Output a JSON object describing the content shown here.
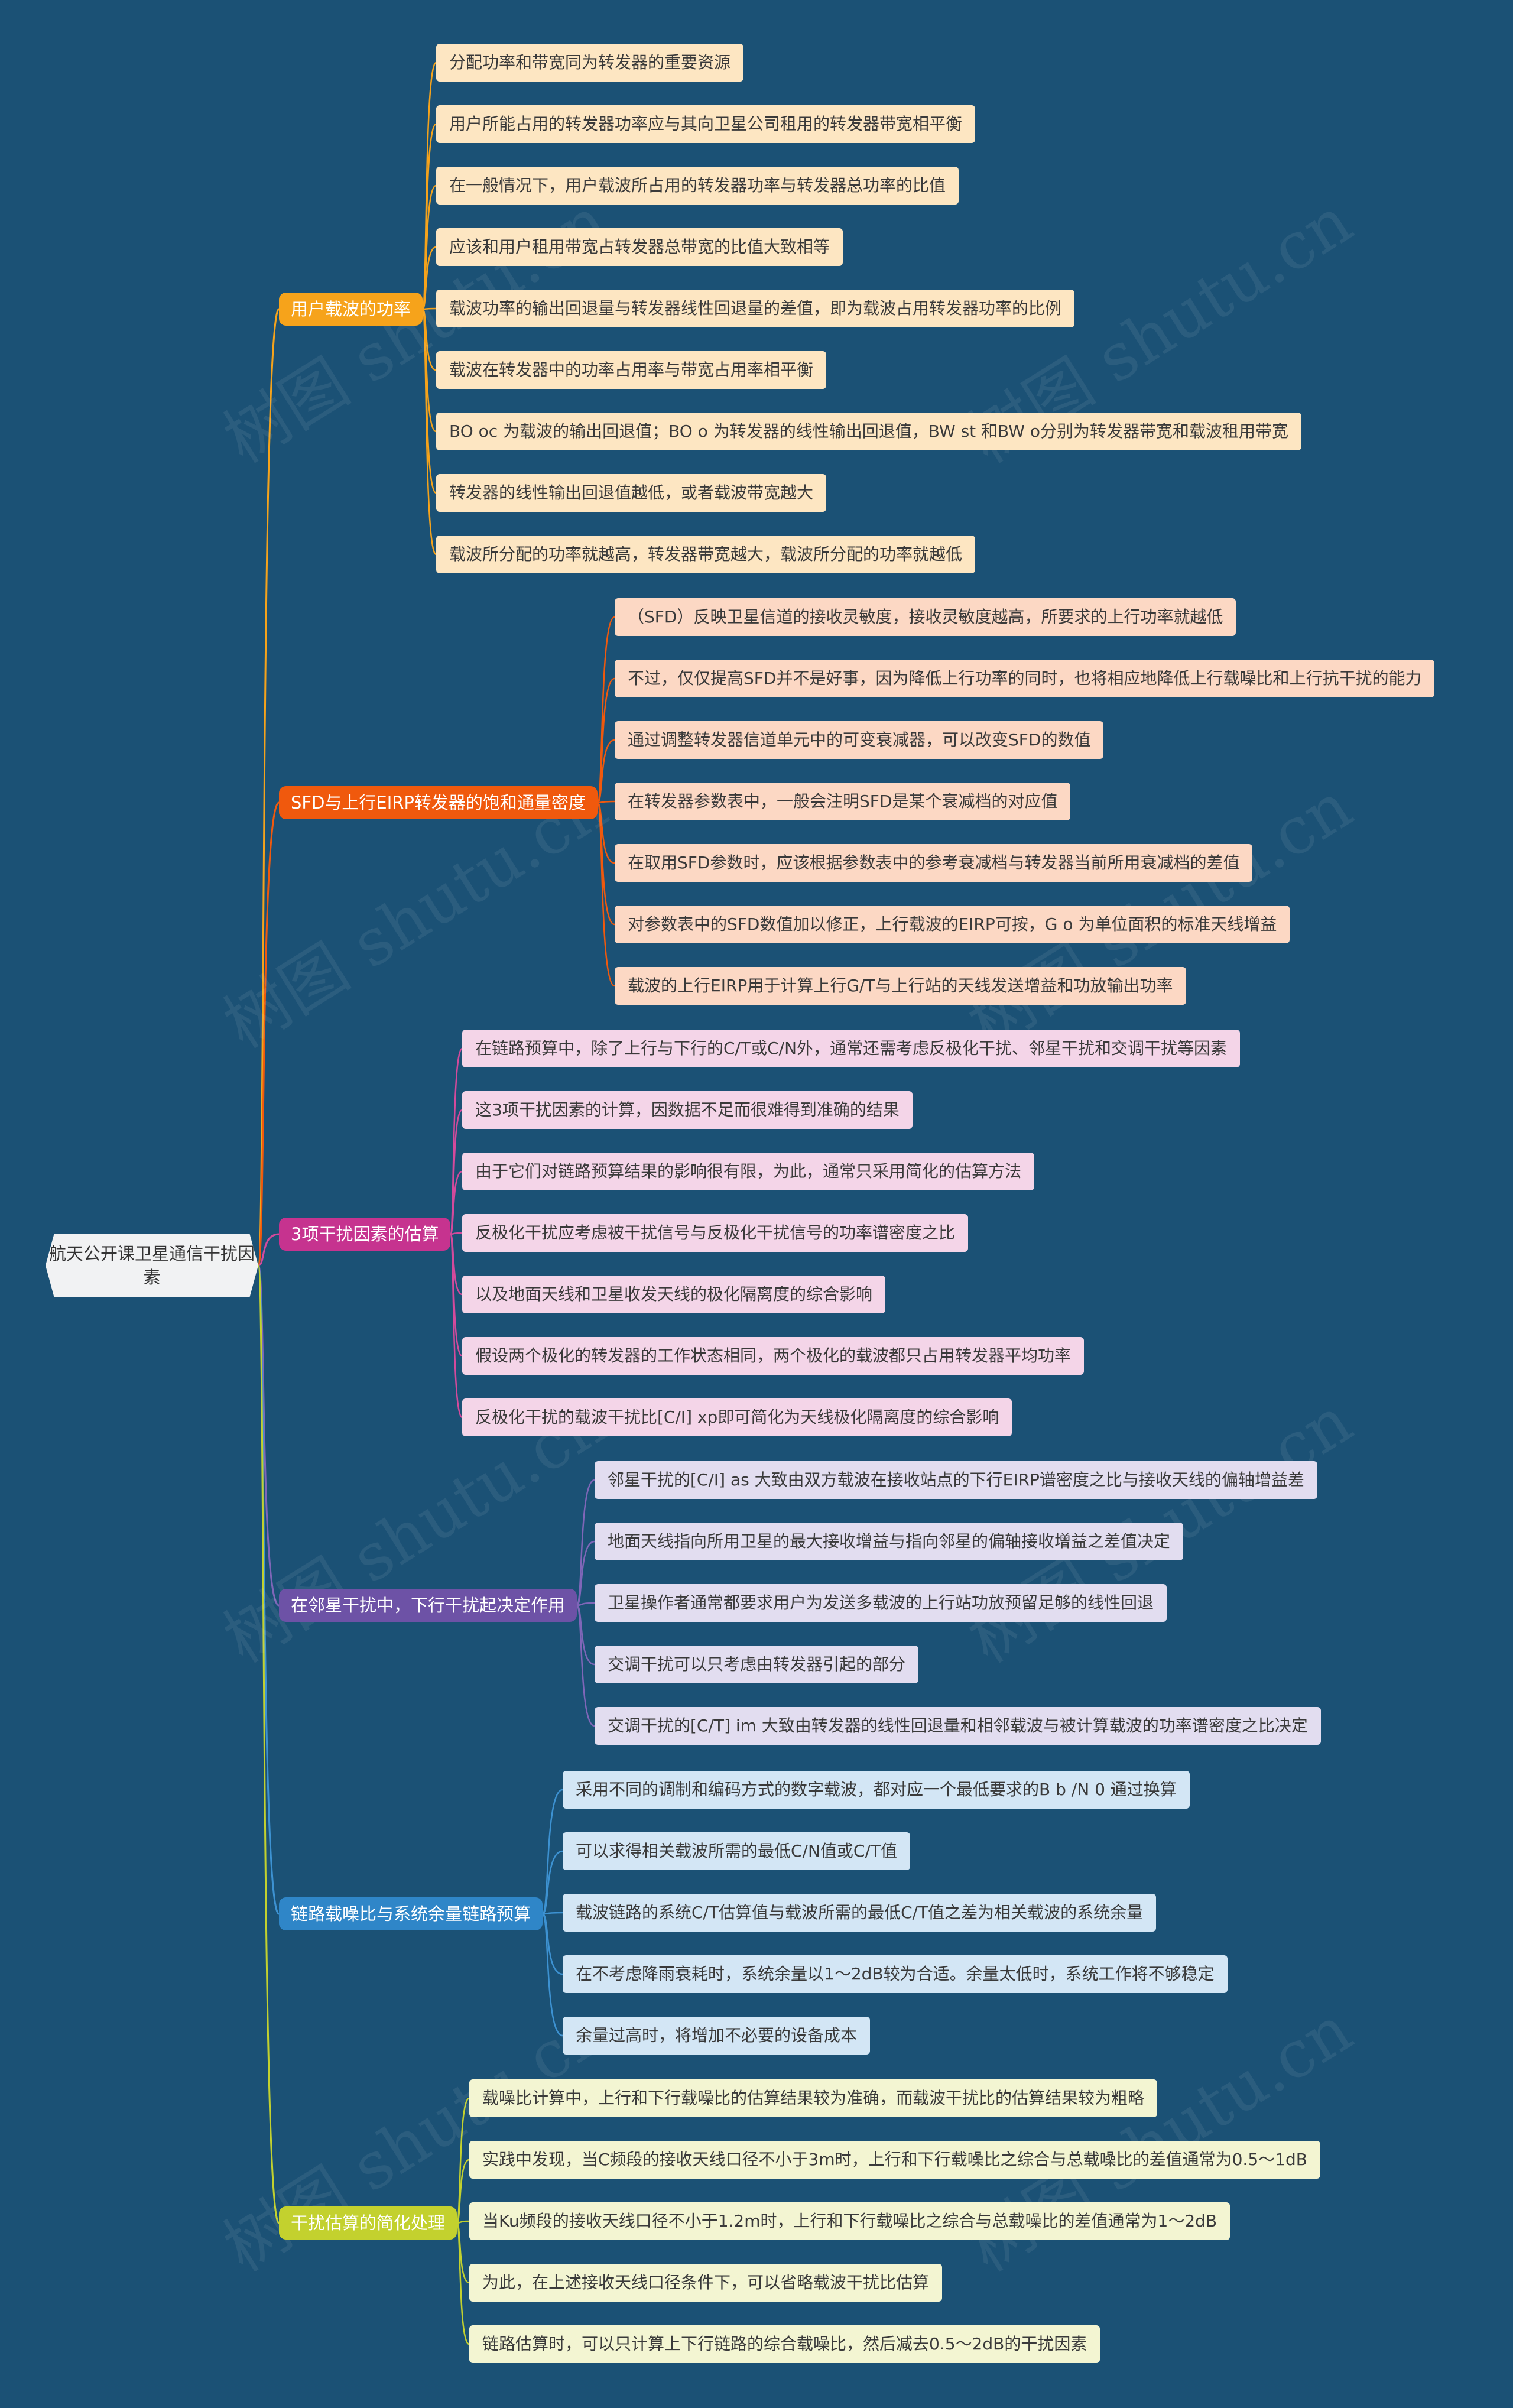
{
  "root": {
    "title": "航天公开课卫星通信干扰因素"
  },
  "watermark": {
    "text": "树图 shutu.cn"
  },
  "branches": [
    {
      "title": "用户载波的功率",
      "color": "#f6a31b",
      "line": "#f6a31b",
      "leaf_bg": "#fde6c2",
      "leaves": [
        "分配功率和带宽同为转发器的重要资源",
        "用户所能占用的转发器功率应与其向卫星公司租用的转发器带宽相平衡",
        "在一般情况下，用户载波所占用的转发器功率与转发器总功率的比值",
        "应该和用户租用带宽占转发器总带宽的比值大致相等",
        "载波功率的输出回退量与转发器线性回退量的差值，即为载波占用转发器功率的比例",
        "载波在转发器中的功率占用率与带宽占用率相平衡",
        "BO oc 为载波的输出回退值；BO o 为转发器的线性输出回退值，BW st 和BW o分别为转发器带宽和载波租用带宽",
        "转发器的线性输出回退值越低，或者载波带宽越大",
        "载波所分配的功率就越高，转发器带宽越大，载波所分配的功率就越低"
      ]
    },
    {
      "title": "SFD与上行EIRP转发器的饱和通量密度",
      "color": "#f0590d",
      "line": "#f0590d",
      "leaf_bg": "#fcd8c4",
      "leaves": [
        "（SFD）反映卫星信道的接收灵敏度，接收灵敏度越高，所要求的上行功率就越低",
        "不过，仅仅提高SFD并不是好事，因为降低上行功率的同时，也将相应地降低上行载噪比和上行抗干扰的能力",
        "通过调整转发器信道单元中的可变衰减器，可以改变SFD的数值",
        "在转发器参数表中，一般会注明SFD是某个衰减档的对应值",
        "在取用SFD参数时，应该根据参数表中的参考衰减档与转发器当前所用衰减档的差值",
        "对参数表中的SFD数值加以修正，上行载波的EIRP可按，G o 为单位面积的标准天线增益",
        "载波的上行EIRP用于计算上行G/T与上行站的天线发送增益和功放输出功率"
      ]
    },
    {
      "title": "3项干扰因素的估算",
      "color": "#c6338f",
      "line": "#d44a9c",
      "leaf_bg": "#f4d5e8",
      "leaves": [
        "在链路预算中，除了上行与下行的C/T或C/N外，通常还需考虑反极化干扰、邻星干扰和交调干扰等因素",
        "这3项干扰因素的计算，因数据不足而很难得到准确的结果",
        "由于它们对链路预算结果的影响很有限，为此，通常只采用简化的估算方法",
        "反极化干扰应考虑被干扰信号与反极化干扰信号的功率谱密度之比",
        "以及地面天线和卫星收发天线的极化隔离度的综合影响",
        "假设两个极化的转发器的工作状态相同，两个极化的载波都只占用转发器平均功率",
        "反极化干扰的载波干扰比[C/I] xp即可简化为天线极化隔离度的综合影响"
      ]
    },
    {
      "title": "在邻星干扰中，下行干扰起决定作用",
      "color": "#6d52a6",
      "line": "#7f66b8",
      "leaf_bg": "#e2ddf0",
      "leaves": [
        "邻星干扰的[C/I] as 大致由双方载波在接收站点的下行EIRP谱密度之比与接收天线的偏轴增益差",
        "地面天线指向所用卫星的最大接收增益与指向邻星的偏轴接收增益之差值决定",
        "卫星操作者通常都要求用户为发送多载波的上行站功放预留足够的线性回退",
        "交调干扰可以只考虑由转发器引起的部分",
        "交调干扰的[C/T] im 大致由转发器的线性回退量和相邻载波与被计算载波的功率谱密度之比决定"
      ]
    },
    {
      "title": "链路载噪比与系统余量链路预算",
      "color": "#2f86c8",
      "line": "#3d92d2",
      "leaf_bg": "#d3e6f5",
      "leaves": [
        "采用不同的调制和编码方式的数字载波，都对应一个最低要求的B b /N 0 通过换算",
        "可以求得相关载波所需的最低C/N值或C/T值",
        "载波链路的系统C/T估算值与载波所需的最低C/T值之差为相关载波的系统余量",
        "在不考虑降雨衰耗时，系统余量以1～2dB较为合适。余量太低时，系统工作将不够稳定",
        "余量过高时，将增加不必要的设备成本"
      ]
    },
    {
      "title": "干扰估算的简化处理",
      "color": "#c3d12e",
      "line": "#c3d12e",
      "leaf_bg": "#f3f5d2",
      "leaves": [
        "载噪比计算中，上行和下行载噪比的估算结果较为准确，而载波干扰比的估算结果较为粗略",
        "实践中发现，当C频段的接收天线口径不小于3m时，上行和下行载噪比之综合与总载噪比的差值通常为0.5～1dB",
        "当Ku频段的接收天线口径不小于1.2m时，上行和下行载噪比之综合与总载噪比的差值通常为1～2dB",
        "为此，在上述接收天线口径条件下，可以省略载波干扰比估算",
        "链路估算时，可以只计算上下行链路的综合载噪比，然后减去0.5～2dB的干扰因素"
      ]
    }
  ]
}
